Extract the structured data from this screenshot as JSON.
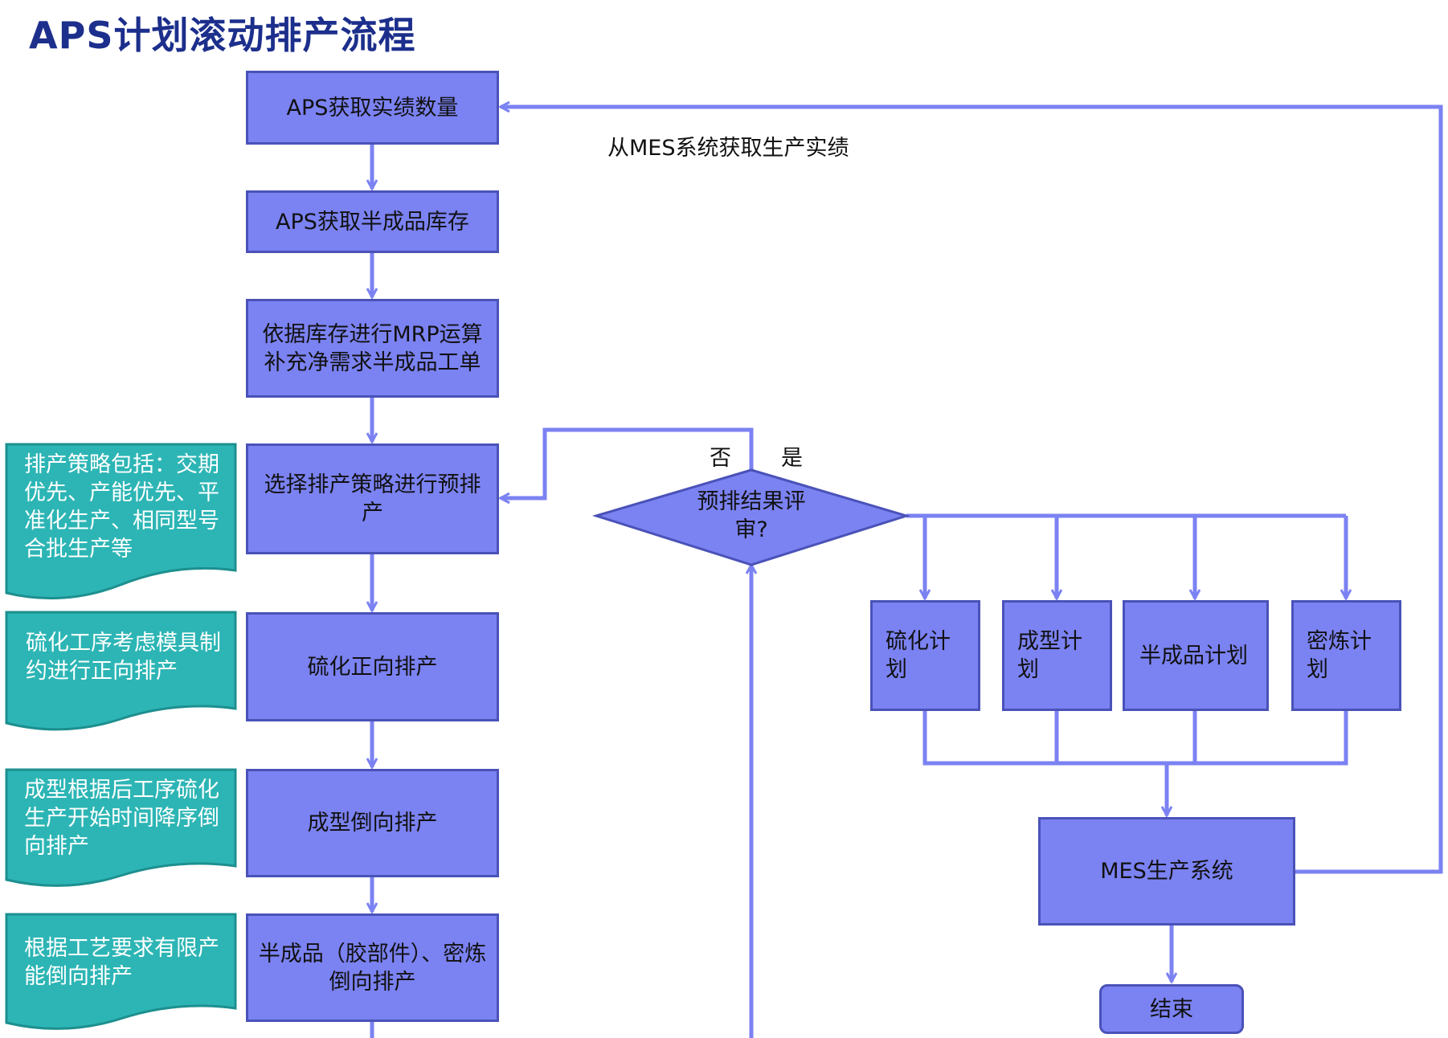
{
  "title": "APS计划滚动排产流程",
  "colors": {
    "box_fill": "#7b82f2",
    "box_border": "#4a52b8",
    "note_fill": "#2db5b5",
    "title": "#1c2f8c",
    "line": "#7b82f2"
  },
  "main_flow": {
    "step1": "APS获取实绩数量",
    "step2": "APS获取半成品库存",
    "step3": "依据库存进行MRP运算补充净需求半成品工单",
    "step4": "选择排产策略进行预排产",
    "step5": "硫化正向排产",
    "step6": "成型倒向排产",
    "step7": "半成品（胶部件）、密炼倒向排产"
  },
  "notes": {
    "note1": "排产策略包括：交期优先、产能优先、平准化生产、相同型号合批生产等",
    "note2": "硫化工序考虑模具制约进行正向排产",
    "note3": "成型根据后工序硫化生产开始时间降序倒向排产",
    "note4": "根据工艺要求有限产能倒向排产"
  },
  "decision": {
    "text": "预排结果评审?",
    "no": "否",
    "yes": "是"
  },
  "plans": [
    "硫化计划",
    "成型计划",
    "半成品计划",
    "密炼计划"
  ],
  "mes": "MES生产系统",
  "end": "结束",
  "feedback_label": "从MES系统获取生产实绩"
}
